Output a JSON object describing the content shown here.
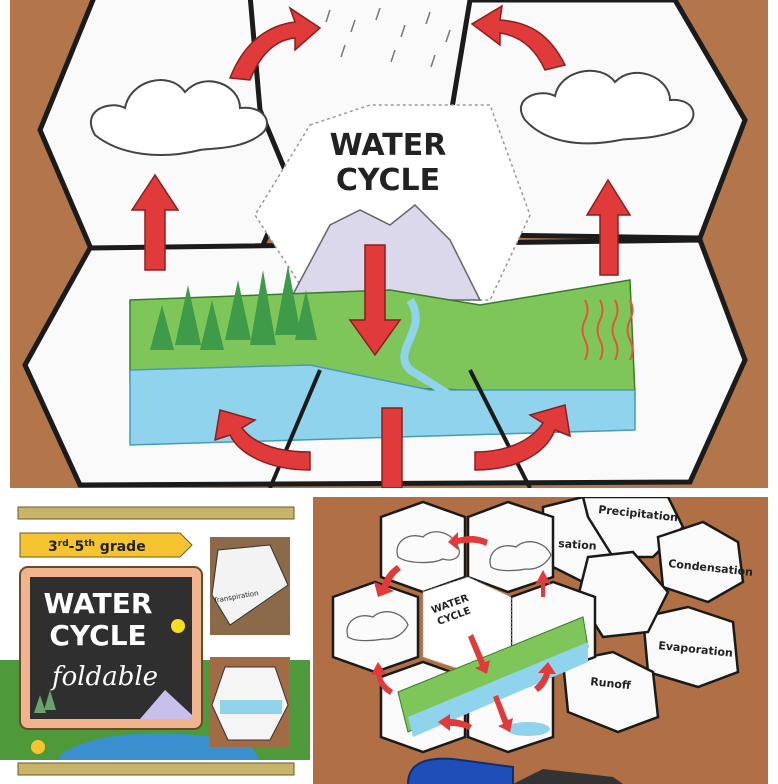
{
  "colors": {
    "wood": "#b3754a",
    "arrow": "#e03a3a",
    "grass": "#7fc65a",
    "water": "#8fd3ec",
    "chalkboard": "#2f2f2f",
    "banner": "#f5c430",
    "frame": "#f0b58e"
  },
  "top_photo": {
    "title_line1": "WATER",
    "title_line2": "CYCLE"
  },
  "cover": {
    "grade": {
      "n1": "3",
      "s1": "rd",
      "n2": "-5",
      "s2": "th",
      "rest": " grade"
    },
    "title_line1": "WATER",
    "title_line2": "CYCLE",
    "subtitle": "foldable",
    "inset_label": "Transpiration"
  },
  "flat_photo": {
    "title_line1": "WATER",
    "title_line2": "CYCLE",
    "labels": [
      "Precipitation",
      "sation",
      "Condensation",
      "Evaporation",
      "Runoff"
    ]
  }
}
